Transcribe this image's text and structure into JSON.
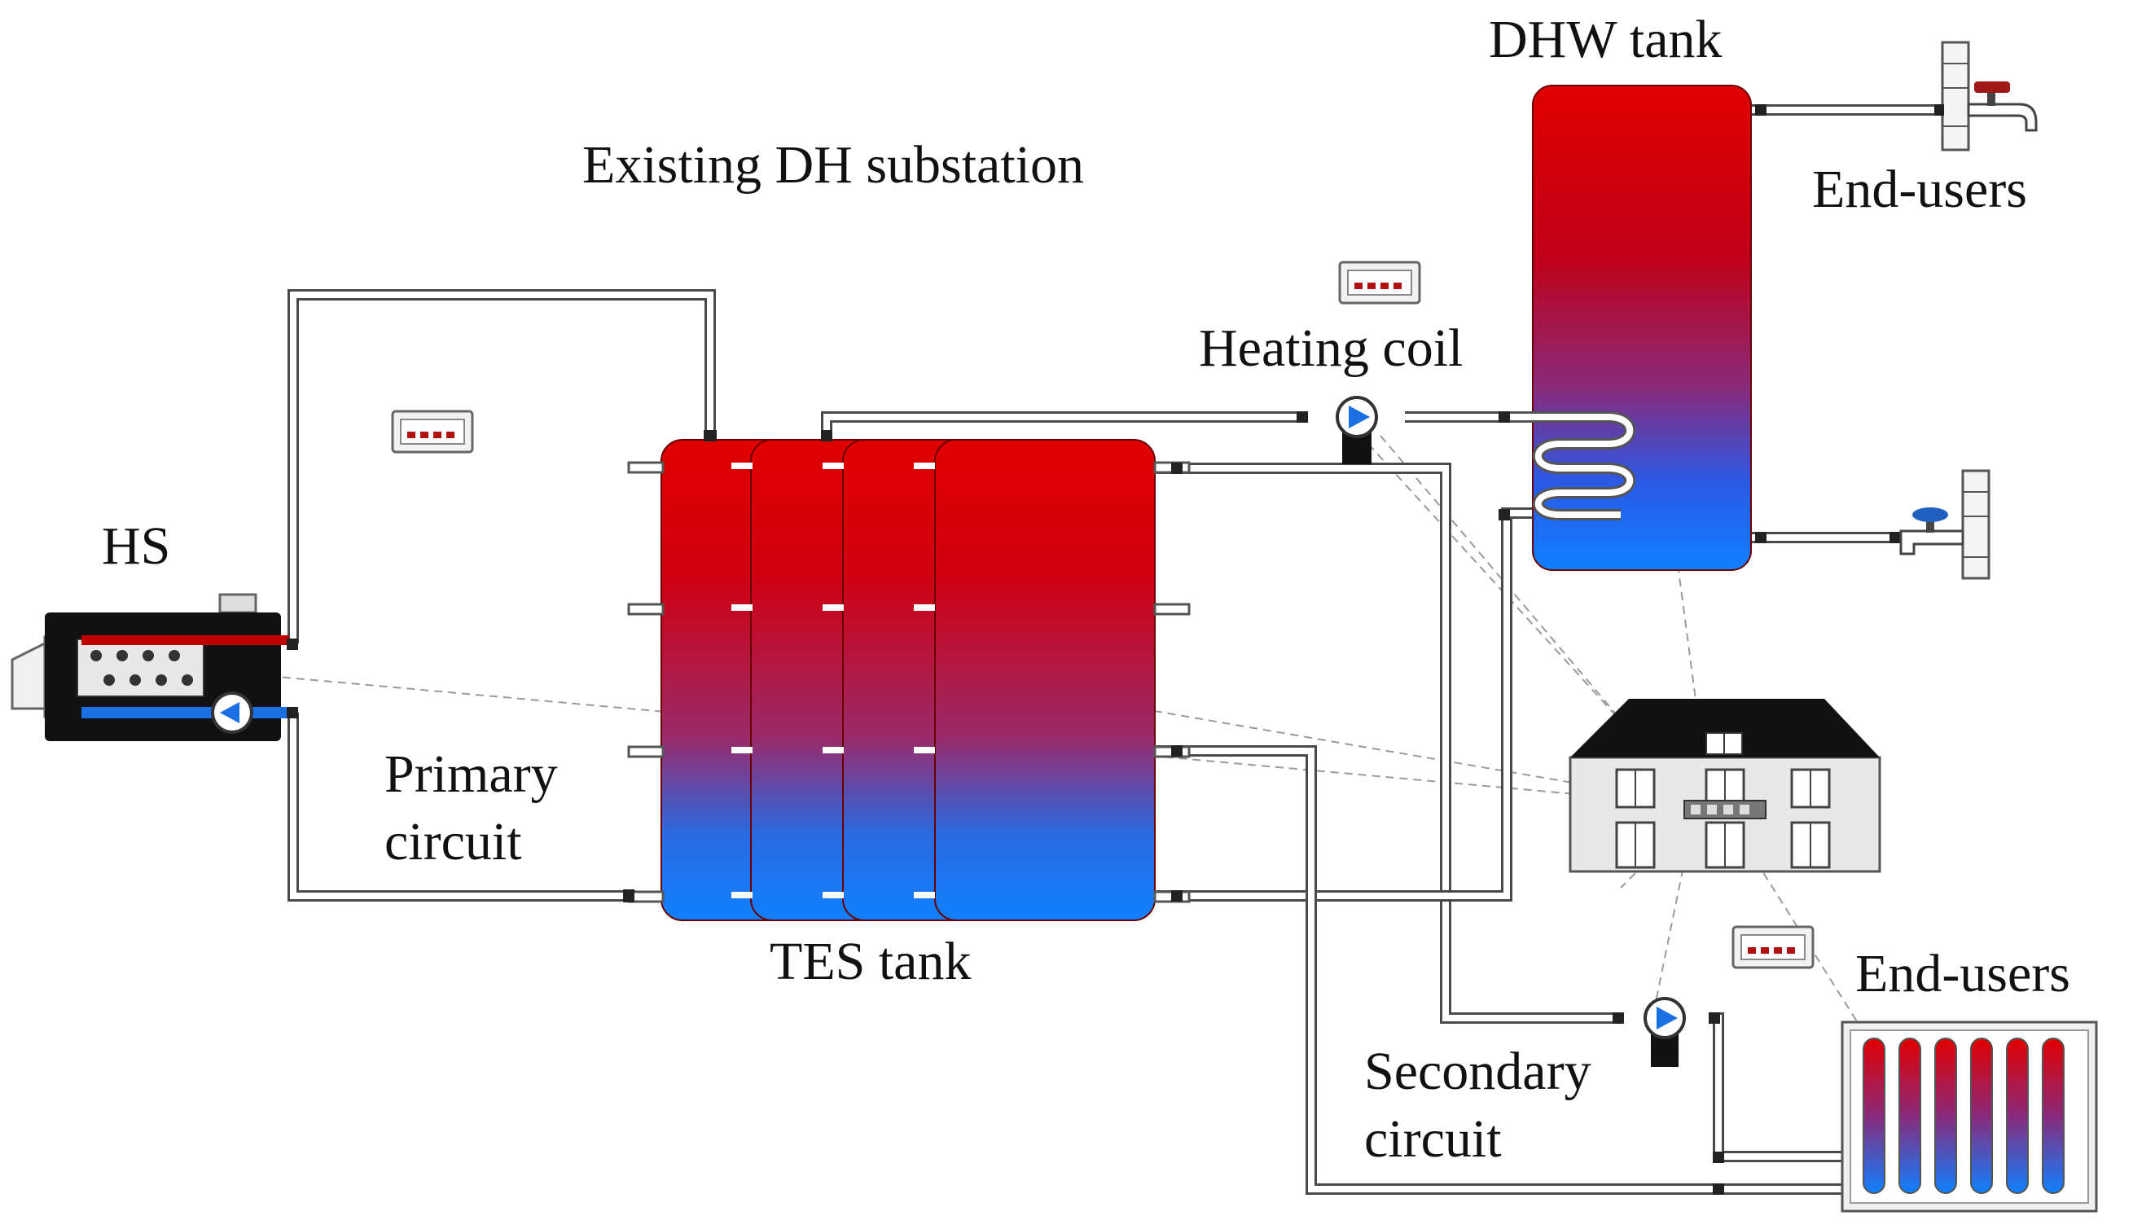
{
  "labels": {
    "substation": "Existing DH substation",
    "dhw_tank": "DHW tank",
    "end_users_top": "End-users",
    "heating_coil": "Heating coil",
    "hs": "HS",
    "primary_line1": "Primary",
    "primary_line2": "circuit",
    "tes_tank": "TES tank",
    "secondary_line1": "Secondary",
    "secondary_line2": "circuit",
    "end_users_bottom": "End-users"
  },
  "colors": {
    "hot": "#e00000",
    "mid": "#a0205a",
    "cold": "#1080ff",
    "pipe": "#4a4a4a",
    "tap_hot": "#a01818",
    "tap_cold": "#2060c0"
  }
}
